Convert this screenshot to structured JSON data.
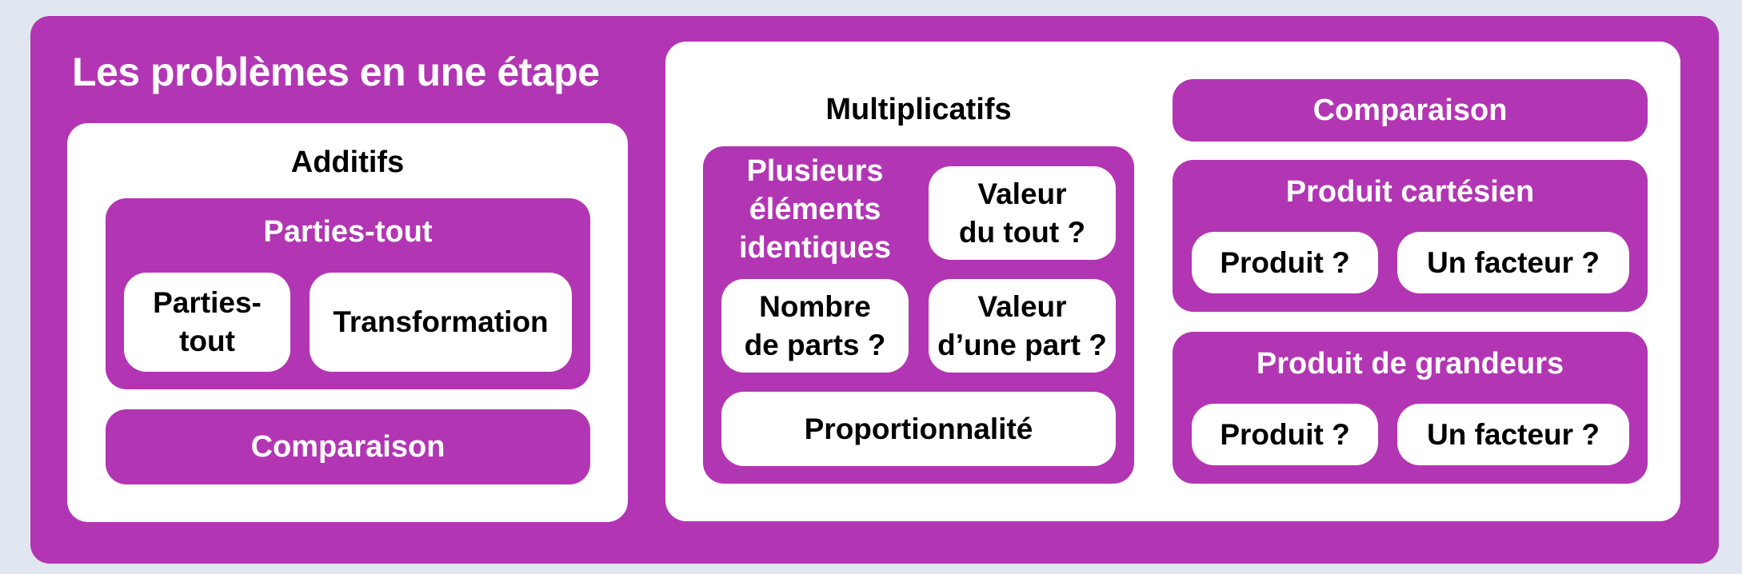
{
  "colors": {
    "background": "#E1E7F0",
    "accent_purple": "#B236B3",
    "panel_white": "#FFFFFF",
    "text_dark": "#000000",
    "text_light": "#FFFFFF"
  },
  "title": "Les problèmes en une étape",
  "additifs": {
    "heading": "Additifs",
    "parties_tout": {
      "heading": "Parties-tout",
      "items": [
        "Parties-\ntout",
        "Transformation"
      ]
    },
    "comparaison": "Comparaison"
  },
  "multiplicatifs": {
    "heading": "Multiplicatifs",
    "plusieurs_elements": {
      "heading": "Plusieurs\néléments\nidentiques",
      "items": [
        "Valeur\ndu tout ?",
        "Nombre\nde parts ?",
        "Valeur\nd’une part ?"
      ]
    },
    "proportionnalite": "Proportionnalité",
    "comparaison": "Comparaison",
    "produit_cartesien": {
      "heading": "Produit cartésien",
      "items": [
        "Produit ?",
        "Un facteur ?"
      ]
    },
    "produit_grandeurs": {
      "heading": "Produit de grandeurs",
      "items": [
        "Produit ?",
        "Un facteur ?"
      ]
    }
  }
}
